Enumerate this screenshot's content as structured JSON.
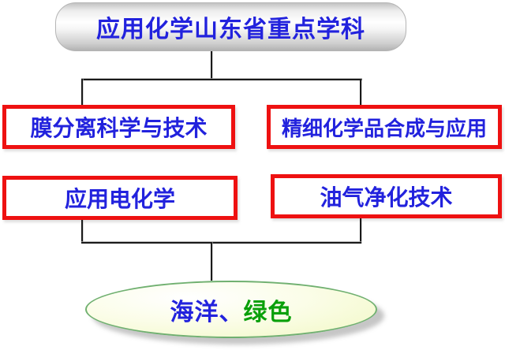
{
  "diagram": {
    "type": "flowchart",
    "root": {
      "label": "应用化学山东省重点学科",
      "text_color": "#2222DD",
      "shape": "rounded-gradient-pill"
    },
    "branches": [
      {
        "label": "膜分离科学与技术"
      },
      {
        "label": "精细化学品合成与应用"
      },
      {
        "label": "应用电化学"
      },
      {
        "label": "油气净化技术"
      }
    ],
    "branch_style": {
      "border_color": "#EE1111",
      "text_color": "#2222DD",
      "fill": "#FFFFFF"
    },
    "result": {
      "segments": [
        {
          "text": "海洋、",
          "color": "#2222DD"
        },
        {
          "text": "绿色",
          "color": "#0AA00A"
        }
      ],
      "shape": "ellipse",
      "fill": "#F1F8C4",
      "border_color": "#70B070"
    },
    "connector_color": "#1A1A1A"
  }
}
